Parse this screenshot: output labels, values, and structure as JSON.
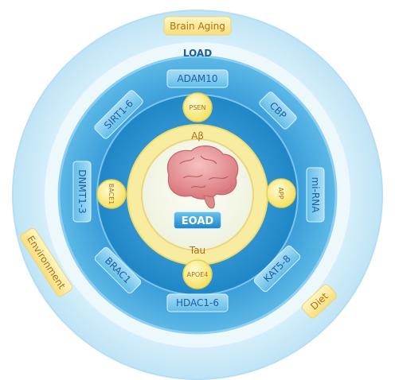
{
  "outer_ring": {
    "top_label": "Brain Aging",
    "left_label": "Environment",
    "right_label": "Diet",
    "ring_title": "LOAD"
  },
  "gene_ring": {
    "top": "ADAM10",
    "top_left": "SIRT1-6",
    "top_right": "CBP",
    "left": "DNMT1-3",
    "right": "mi-RNA",
    "bottom_left": "BRAC1",
    "bottom_right": "KAT5-8",
    "bottom": "HDAC1-6"
  },
  "inner_ring": {
    "top_node": "PSEN",
    "left_node": "BACE1",
    "right_node": "APP",
    "bottom_node": "APOE4",
    "top_label": "Aβ",
    "bottom_label": "Tau"
  },
  "center": {
    "label": "EOAD",
    "icon": "brain-icon"
  },
  "colors": {
    "outer_ring": "#cfeaf7",
    "mid_ring": "#45a9de",
    "inner_blue": "#1e86c8",
    "yellow_ring": "#f7eb98",
    "yellow_node": "#f9e97a",
    "label_text": "#1b5fa0"
  }
}
